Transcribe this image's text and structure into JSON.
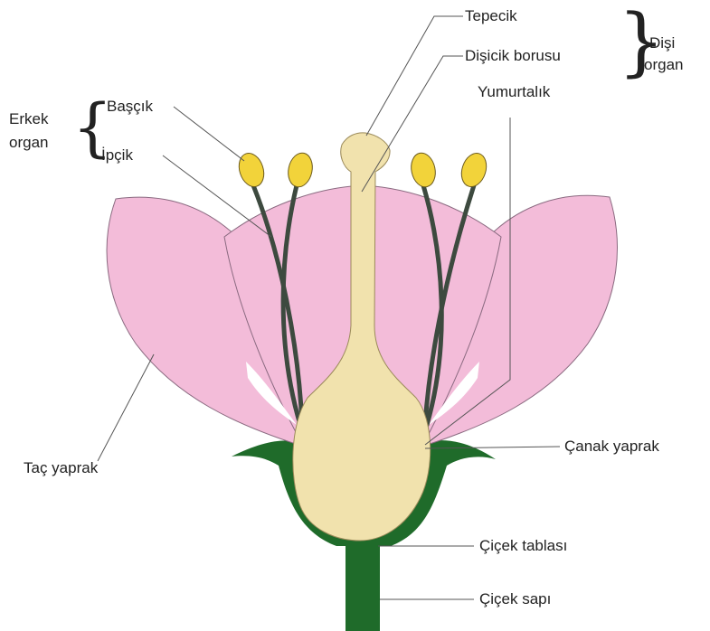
{
  "labels": {
    "tepecik": "Tepecik",
    "disicik_borusu": "Dişicik borusu",
    "yumurtalik": "Yumurtalık",
    "disi": "Dişi",
    "disi_organ": "organ",
    "erkek": "Erkek",
    "erkek_organ": "organ",
    "bascik": "Başçık",
    "ipcik": "İpçik",
    "tac_yaprak": "Taç yaprak",
    "canak_yaprak": "Çanak yaprak",
    "cicek_tablasi": "Çiçek tablası",
    "cicek_sapi": "Çiçek sapı"
  },
  "colors": {
    "petal": "#f3bcd9",
    "petal_stroke": "#8a6a80",
    "pistil": "#f1e2ad",
    "sepal": "#1f6b2a",
    "anther": "#f2d33a",
    "filament": "#3d4a3f",
    "leader_line": "#555555"
  }
}
